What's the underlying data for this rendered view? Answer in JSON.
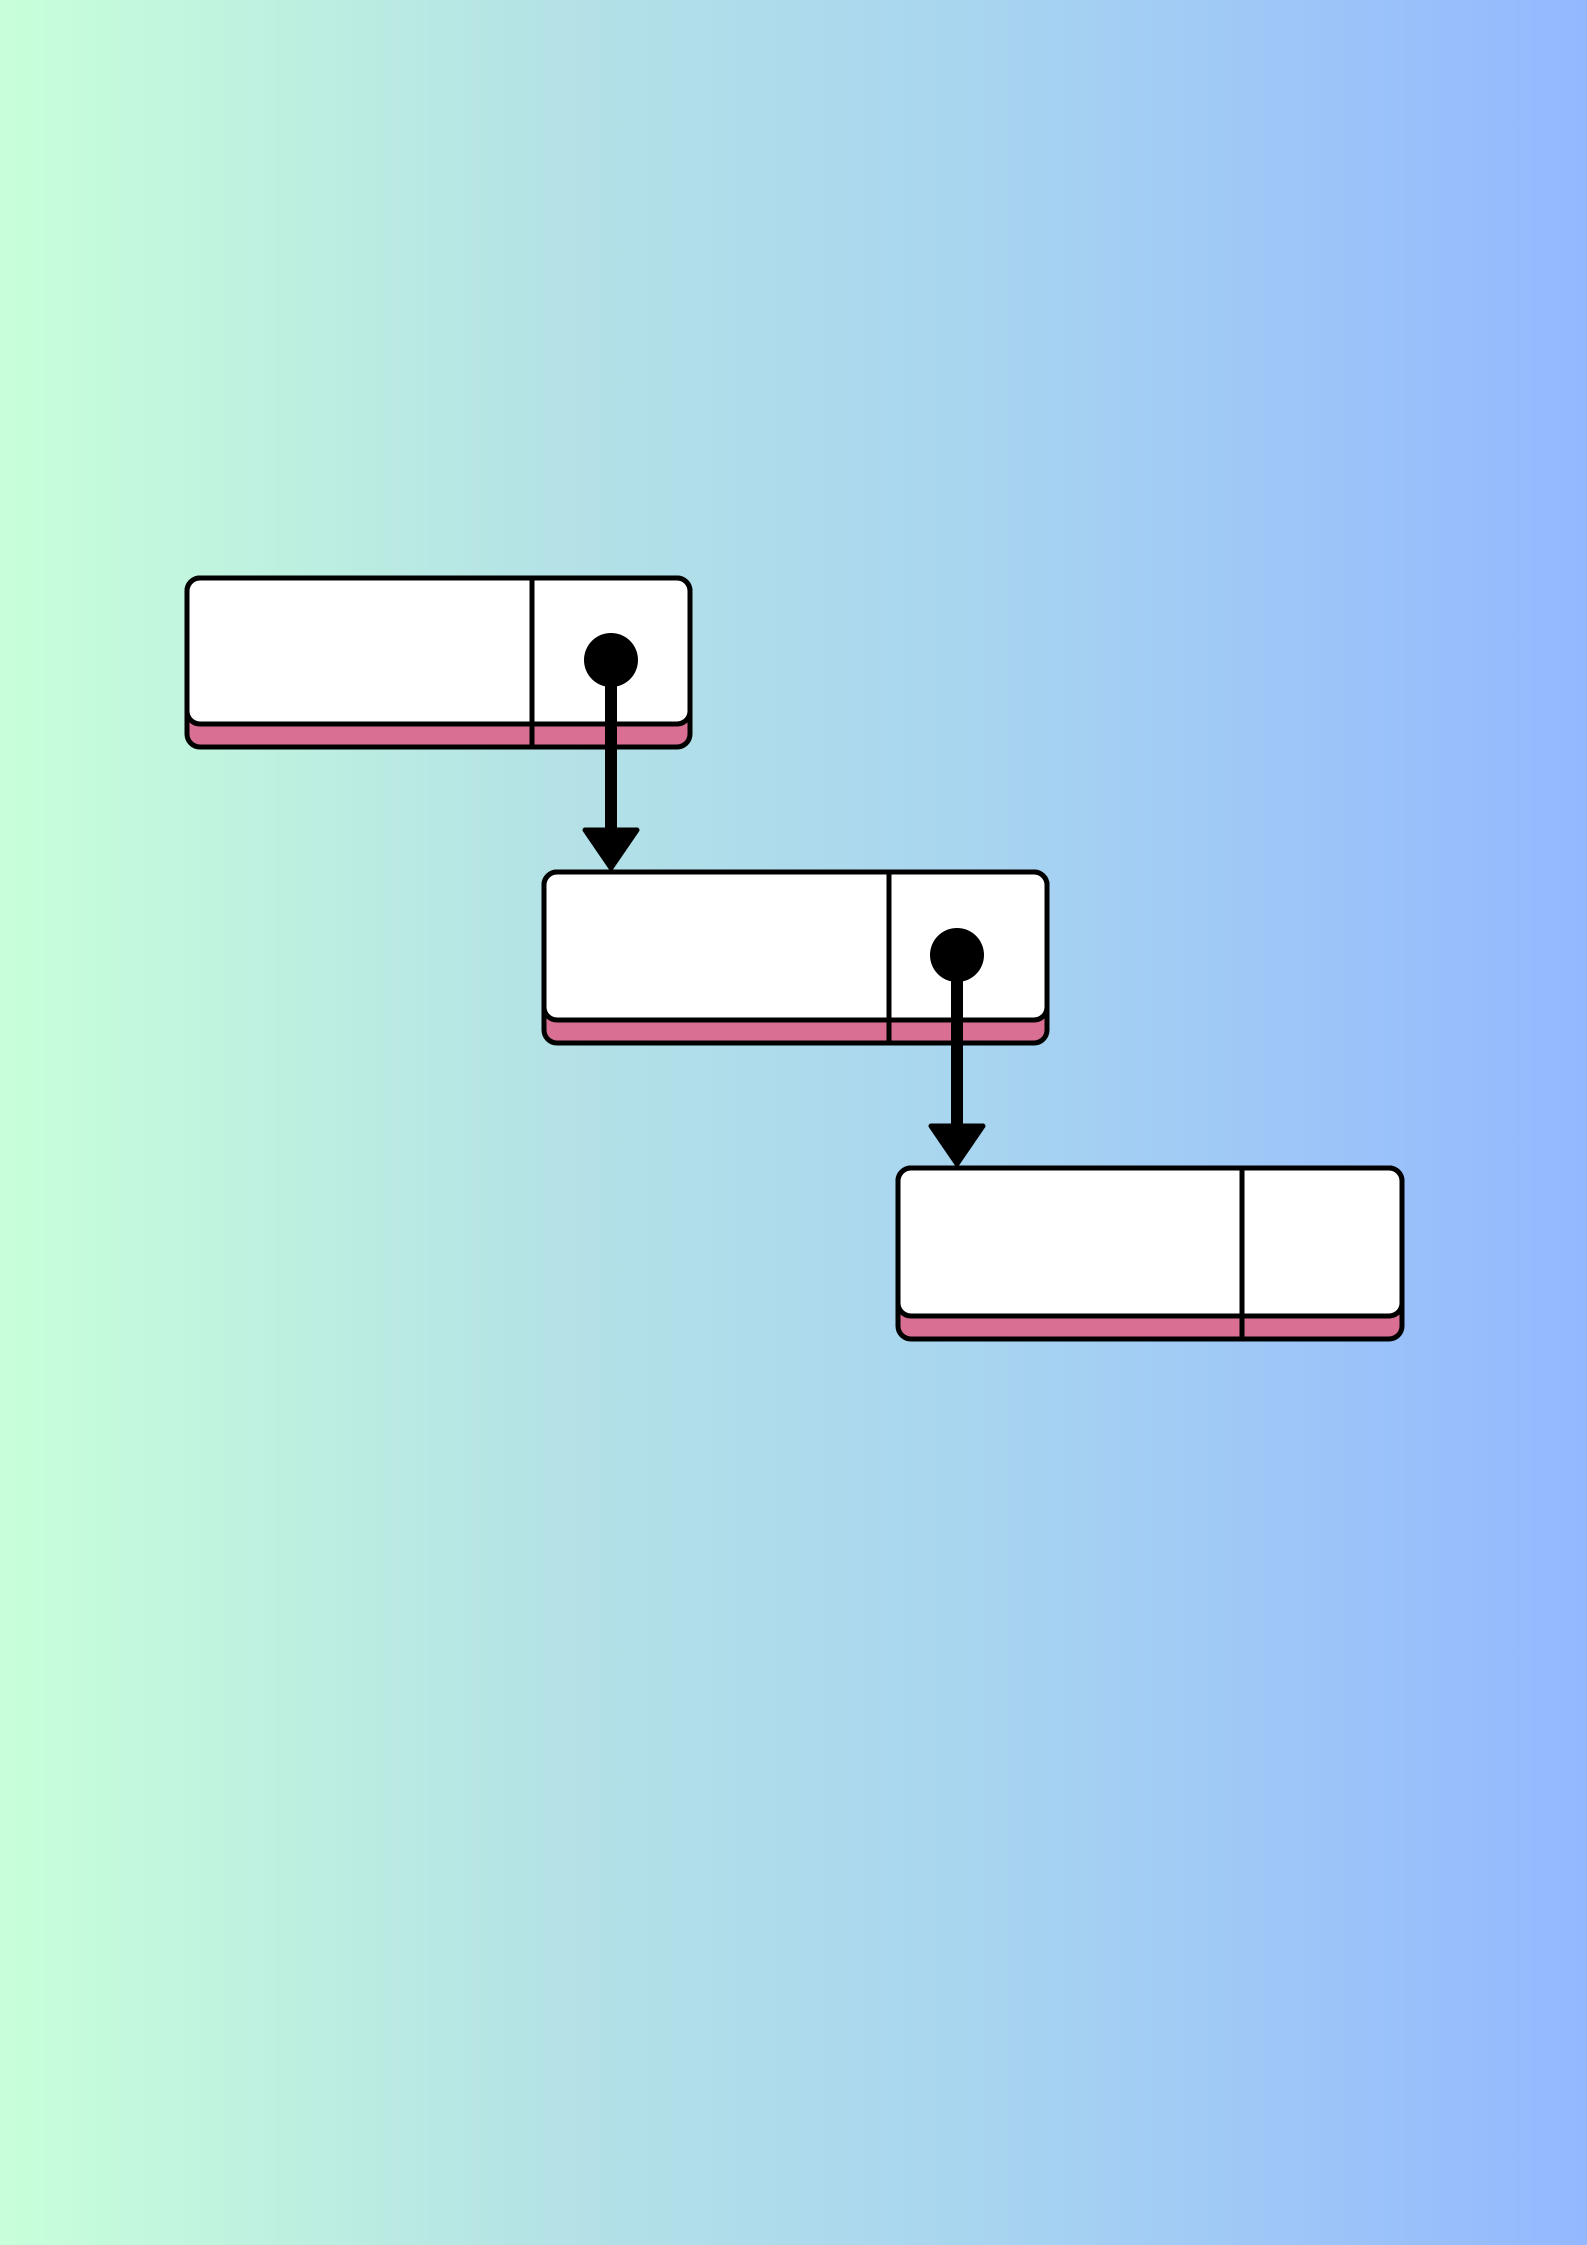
{
  "diagram": {
    "type": "linked-list",
    "colors": {
      "node_fill": "#ffffff",
      "node_shadow": "#d97094",
      "stroke": "#000000",
      "pointer": "#000000"
    },
    "nodes": [
      {
        "id": "node-1",
        "value": "",
        "has_pointer": true
      },
      {
        "id": "node-2",
        "value": "",
        "has_pointer": true
      },
      {
        "id": "node-3",
        "value": "",
        "has_pointer": false
      }
    ]
  }
}
